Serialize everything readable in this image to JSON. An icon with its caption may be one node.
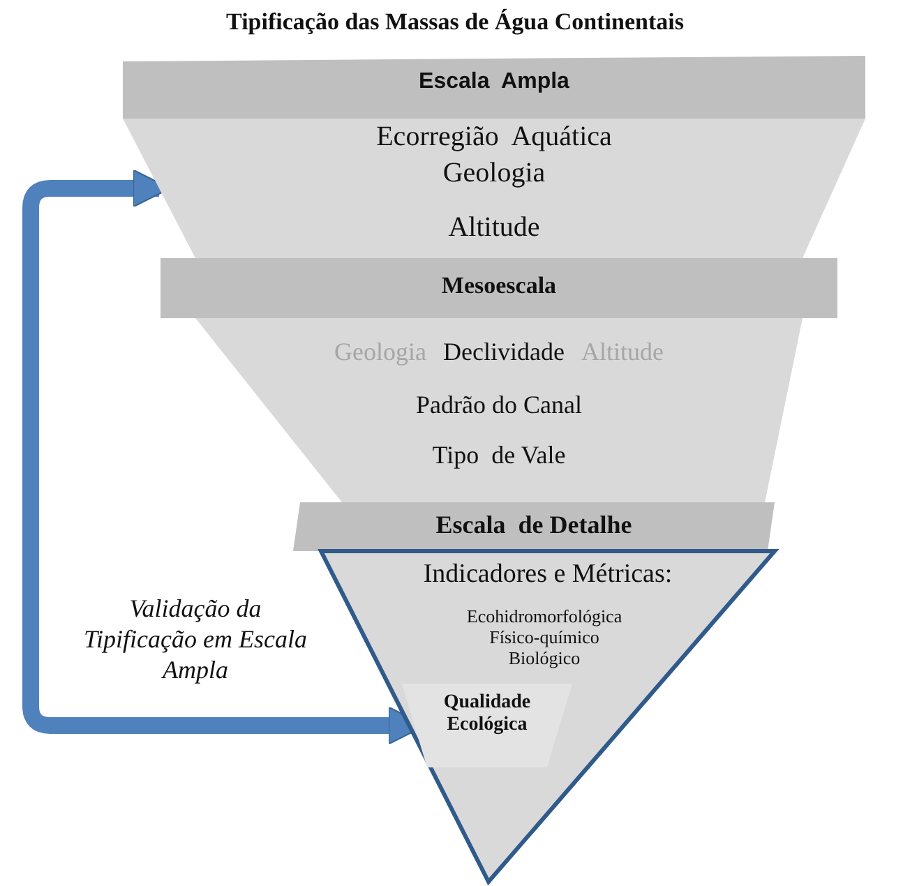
{
  "diagram": {
    "title": "Tipificação das Massas de Água Continentais",
    "nodes": [
      {
        "text": [
          "Escala  Ampla"
        ]
      },
      {
        "text": [
          "Ecorregião  Aquática",
          "Geologia",
          "Altitude"
        ]
      },
      {
        "text": [
          "Mesoescala"
        ]
      },
      {
        "text": [
          "Geologia",
          "Declividade",
          "Altitude",
          "Padrão do Canal",
          "Tipo  de Vale"
        ]
      },
      {
        "text": [
          "Escala  de Detalhe"
        ]
      },
      {
        "text": [
          "Indicadores e Métricas:",
          "Ecohidromorfológica Físico-químico Biológico"
        ]
      },
      {
        "text": [
          "Qualidade Ecológica"
        ],
        "in": 5
      }
    ],
    "edges": [
      {
        "from": 1,
        "to": 6,
        "arrow": "both"
      }
    ],
    "labels": [
      "Validação da Tipificação em Escala Ampla"
    ]
  }
}
